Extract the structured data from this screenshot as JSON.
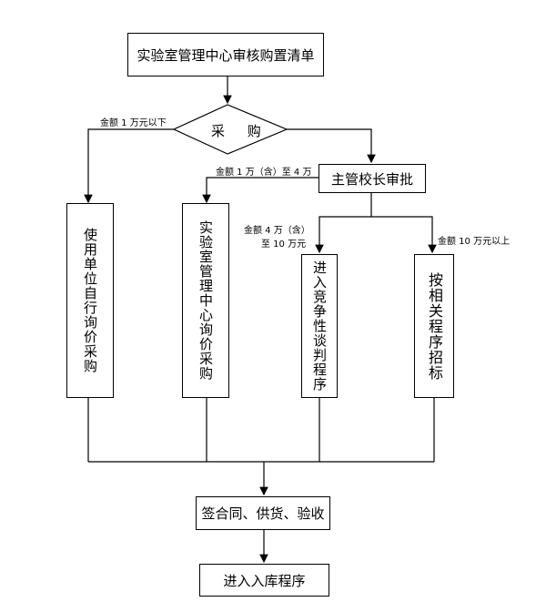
{
  "nodes": {
    "start": "实验室管理中心审核购置清单",
    "decision": "采 购",
    "principal": "主管校长审批",
    "self_purchase": "使用单位自行询价采购",
    "center_purchase": "实验室管理中心询价采购",
    "negotiation": "进入竞争性谈判程序",
    "tender": "按相关程序招标",
    "contract": "签合同、供货、验收",
    "storage": "进入入库程序"
  },
  "edges": {
    "below_1w": "金额 1 万元以下",
    "w1_to_4": "金额 1 万（含）至 4 万",
    "w4_to_10_line1": "金额 4 万（含）",
    "w4_to_10_line2": "至 10 万元",
    "above_10w": "金额 10 万元以上"
  }
}
